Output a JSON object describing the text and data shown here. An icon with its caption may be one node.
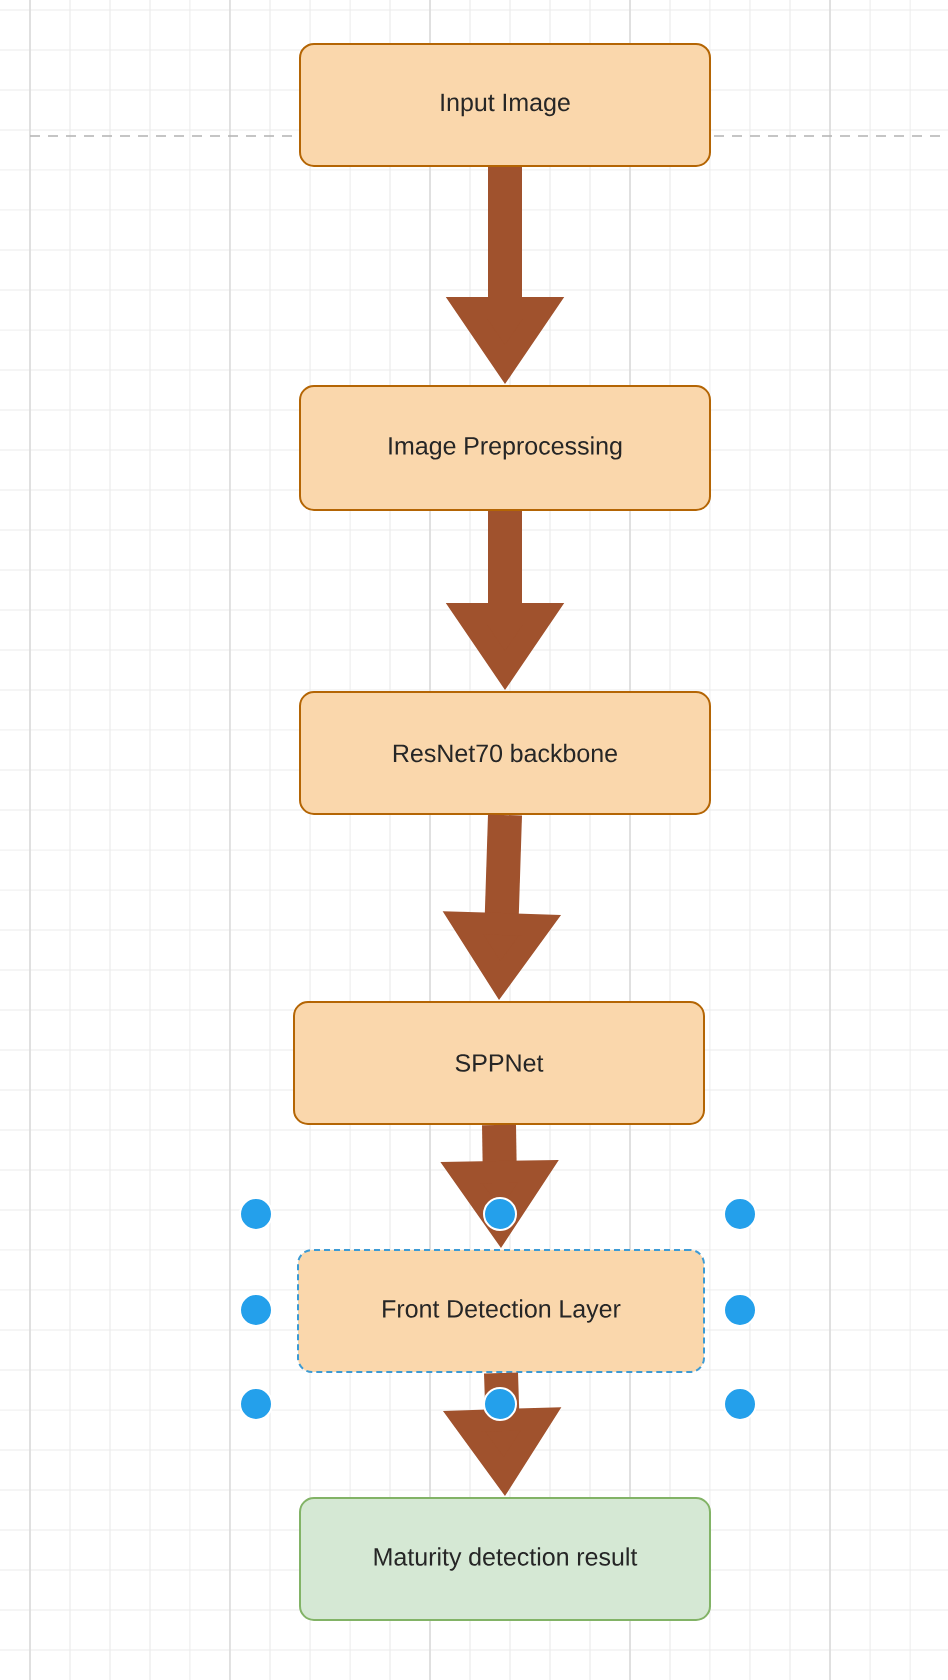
{
  "diagram": {
    "nodes": [
      {
        "text": [
          "Input Image"
        ]
      },
      {
        "text": [
          "Image Preprocessing"
        ]
      },
      {
        "text": [
          "ResNet70 backbone"
        ]
      },
      {
        "text": [
          "SPPNet"
        ]
      },
      {
        "text": [
          "Front Detection Layer"
        ]
      },
      {
        "text": [
          "Maturity detection result"
        ]
      }
    ],
    "edges": [
      {
        "from": 0,
        "to": 1,
        "arrow": "to"
      },
      {
        "from": 1,
        "to": 2,
        "arrow": "to"
      },
      {
        "from": 2,
        "to": 3,
        "arrow": "to"
      },
      {
        "from": 3,
        "to": 4,
        "arrow": "to"
      },
      {
        "from": 4,
        "to": 5,
        "arrow": "to"
      }
    ]
  }
}
